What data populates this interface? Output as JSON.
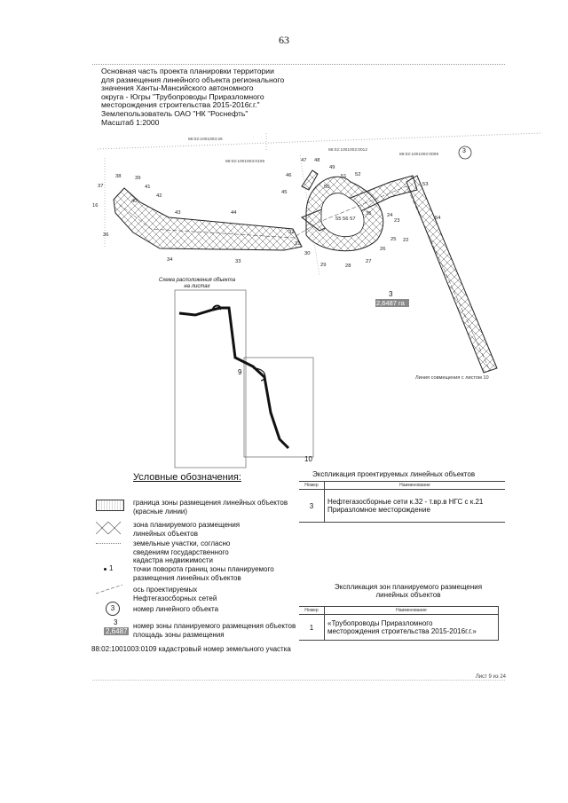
{
  "page_number": "63",
  "header": {
    "lines": [
      "Основная часть проекта планировки территории",
      "для размещения линейного объекта регионального",
      "значения Ханты-Мансийского автономного",
      "округа - Югры \"Трубопроводы Приразломного",
      "месторождения строительства 2015-2016г.г.\"",
      "Землепользователь ОАО \"НК \"Роснефть\"",
      "Масштаб 1:2000"
    ]
  },
  "map": {
    "cadastral": [
      "86:02:1001003:26",
      "86:02:1001003:0109",
      "86:02:1001002:0012",
      "86:02:1001002:0009"
    ],
    "points": [
      "16",
      "36",
      "37",
      "38",
      "39",
      "40",
      "41",
      "42",
      "43",
      "44",
      "45",
      "46",
      "47",
      "48",
      "49",
      "50",
      "51",
      "52",
      "53",
      "54",
      "22",
      "23",
      "24",
      "25",
      "26",
      "27",
      "28",
      "29",
      "30",
      "31",
      "32",
      "33",
      "34",
      "35"
    ],
    "object_number": "3",
    "zone_number": "3",
    "zone_area": "2,6487 га",
    "line_label": "Линия совмещения с листом 10"
  },
  "scheme": {
    "title_lines": [
      "Схема расположения объекта",
      "на листах"
    ],
    "sheet_a": "9",
    "sheet_b": "10"
  },
  "legend": {
    "title": "Условные обозначения:",
    "items": [
      "граница зоны размещения линейных объектов (красные линии)",
      "зона планируемого размещения линейных объектов",
      "земельные участки, согласно сведениям государственного кадастра недвижимости",
      "точки поворота границ зоны планируемого размещения линейных объектов",
      "ось проектируемых Нефтегазосборных сетей",
      "номер линейного объекта",
      "номер зоны планируемого размещения объектов площадь зоны размещения"
    ],
    "point_symbol_label": "1",
    "object_symbol_label": "3",
    "zone_symbol_number": "3",
    "zone_symbol_area": "2,6487",
    "cadastral_example": "88:02:1001003:0109 кадастровый номер земельного участка"
  },
  "table1": {
    "title": "Экспликация проектируемых линейных объектов",
    "col_number": "Номер",
    "col_name": "Наименование",
    "rows": [
      {
        "number": "3",
        "name_line1": "Нефтегазосборные сети к.32 - т.вр.в НГС с к.21",
        "name_line2": "Приразломное месторождение"
      }
    ]
  },
  "table2": {
    "title_line1": "Экспликация зон планируемого размещения",
    "title_line2": "линейных объектов",
    "col_number": "Номер",
    "col_name": "Наименование",
    "rows": [
      {
        "number": "1",
        "name_line1": "«Трубопроводы Приразломного",
        "name_line2": "месторождения строительства 2015-2016г.г.»"
      }
    ]
  },
  "footer": "Лист 9 из 24"
}
